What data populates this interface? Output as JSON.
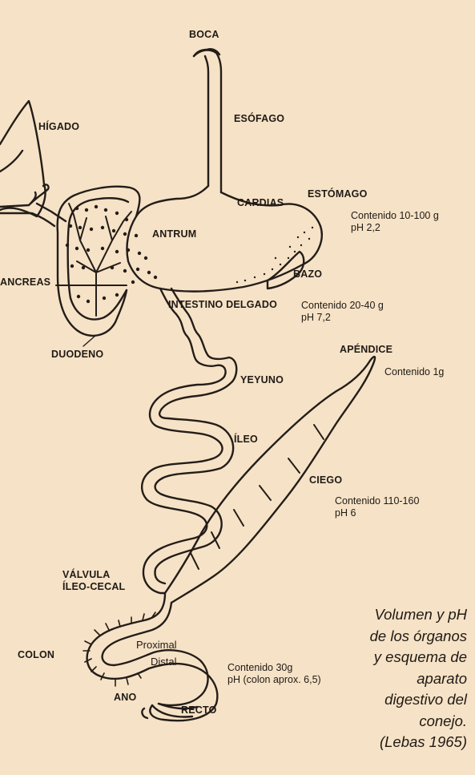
{
  "labels": {
    "boca": "BOCA",
    "higado": "HÍGADO",
    "esofago": "ESÓFAGO",
    "estomago": "ESTÓMAGO",
    "cardias": "CARDIAS",
    "antrum": "ANTRUM",
    "pancreas": "ANCREAS",
    "bazo": "BAZO",
    "intestino_delgado": "INTESTINO DELGADO",
    "duodeno": "DUODENO",
    "apendice": "APÉNDICE",
    "yeyuno": "YEYUNO",
    "ileo": "ÍLEO",
    "ciego": "CIEGO",
    "valvula_line1": "VÁLVULA",
    "valvula_line2": "ÍLEO-CECAL",
    "colon": "COLON",
    "proximal": "Proximal",
    "distal": "Distal",
    "ano": "ANO",
    "recto": "RECTO"
  },
  "contents": {
    "stomach_line1": "Contenido 10-100 g",
    "stomach_line2": "pH 2,2",
    "intestine_line1": "Contenido 20-40 g",
    "intestine_line2": "pH 7,2",
    "appendix_line1": "Contenido 1g",
    "cecum_line1": "Contenido 110-160",
    "cecum_line2": "pH 6",
    "colon_line1": "Contenido 30g",
    "colon_line2": "pH (colon aprox. 6,5)"
  },
  "caption": {
    "line1": "Volumen y pH",
    "line2": "de los órganos",
    "line3": "y esquema de",
    "line4": "aparato",
    "line5": "digestivo del",
    "line6": "conejo.",
    "line7": "(Lebas 1965)"
  }
}
